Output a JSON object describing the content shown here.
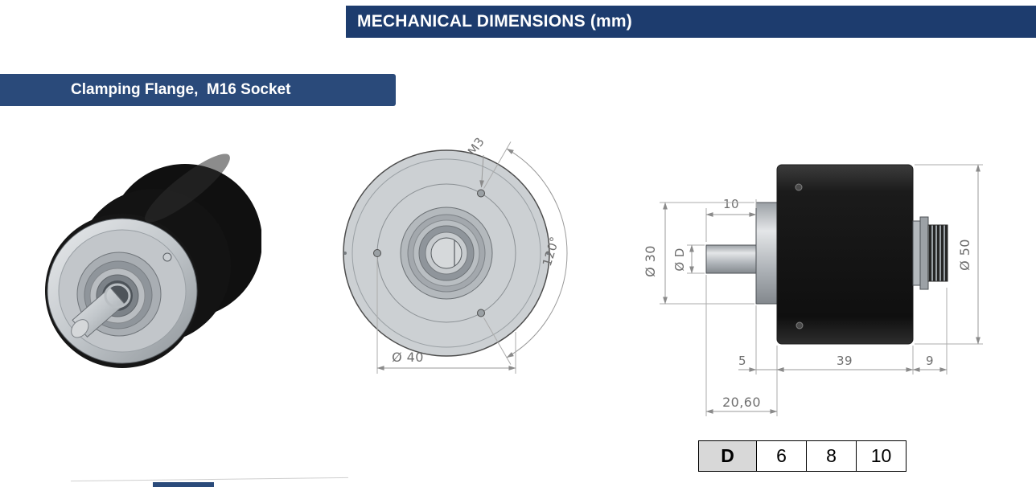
{
  "header": {
    "title": "MECHANICAL DIMENSIONS (mm)",
    "section_label": "Clamping Flange,  M16 Socket"
  },
  "front_view": {
    "thread_label": "M3",
    "angle_label": "120°",
    "bolt_circle_label": "Ø 40"
  },
  "side_view": {
    "shaft_length_label": "10",
    "hub_diameter_label": "Ø 30",
    "shaft_diameter_label": "Ø D",
    "body_diameter_label": "Ø 50",
    "hub_length_label": "5",
    "body_length_label": "39",
    "connector_length_label": "9",
    "front_total_length_label": "20,60"
  },
  "shaft_table": {
    "header": "D",
    "values": [
      "6",
      "8",
      "10"
    ]
  },
  "colors": {
    "header_bar": "#1d3c6e",
    "section_bar": "#2a4a7a",
    "dimension_text": "#6f6f6f"
  }
}
